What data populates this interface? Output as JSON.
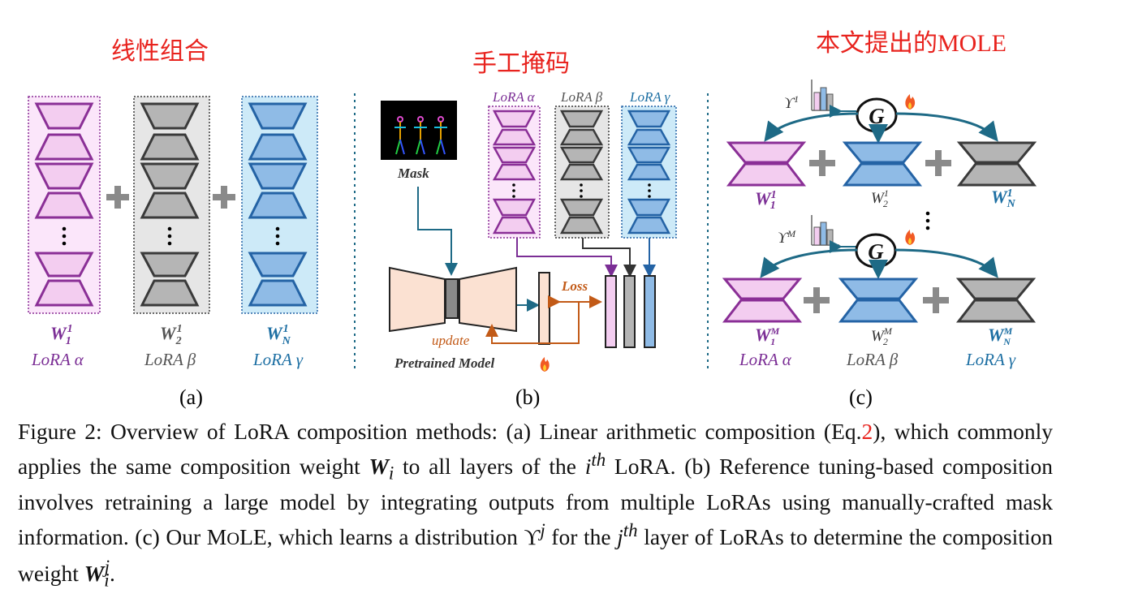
{
  "panels": {
    "a": {
      "heading": "线性组合",
      "tag": "(a)",
      "columns": [
        {
          "name": "LoRA α",
          "weight": "W",
          "sub": "1",
          "sup": "1",
          "color": "#7b2e95",
          "fill": "#f3cdf0",
          "bg": "#fbe6fa",
          "stroke": "#8a2f96"
        },
        {
          "name": "LoRA β",
          "weight": "W",
          "sub": "2",
          "sup": "1",
          "color": "#555555",
          "fill": "#b5b5b5",
          "bg": "#e6e6e6",
          "stroke": "#3a3a3a"
        },
        {
          "name": "LoRA γ",
          "weight": "W",
          "sub": "N",
          "sup": "1",
          "color": "#1d6fa3",
          "fill": "#8fbbe6",
          "bg": "#cdeaf8",
          "stroke": "#2463a5"
        }
      ]
    },
    "b": {
      "heading": "手工掩码",
      "tag": "(b)",
      "mask_label": "Mask",
      "columns": [
        "LoRA α",
        "LoRA β",
        "LoRA γ"
      ],
      "loss_label": "Loss",
      "update_label": "update",
      "model_label": "Pretrained Model",
      "fire_icon": "flame-icon"
    },
    "c": {
      "heading": "本文提出的MOLE",
      "tag": "(c)",
      "gate_label": "G",
      "rows": [
        {
          "upsilon": "ϒ",
          "upsilon_sup": "1",
          "weights": [
            {
              "w": "W",
              "sub": "1",
              "sup": "1"
            },
            {
              "w": "W",
              "sub": "2",
              "sup": "1"
            },
            {
              "w": "W",
              "sub": "N",
              "sup": "1"
            }
          ]
        },
        {
          "upsilon": "ϒ",
          "upsilon_sup": "M",
          "weights": [
            {
              "w": "W",
              "sub": "1",
              "sup": "M"
            },
            {
              "w": "W",
              "sub": "2",
              "sup": "M"
            },
            {
              "w": "W",
              "sub": "N",
              "sup": "M"
            }
          ]
        }
      ],
      "lora_names": [
        "LoRA α",
        "LoRA β",
        "LoRA γ"
      ]
    }
  },
  "caption": {
    "t1": "Figure 2: Overview of LoRA composition methods: (a) Linear arithmetic composition (Eq.",
    "ref": "2",
    "t2": "), which commonly applies the same composition weight ",
    "w": "W",
    "wsub": "i",
    "t3": " to all layers of the ",
    "ith": "i",
    "th1": "th",
    "t4": " LoRA. (b) Reference tuning-based composition involves retraining a large model by integrating outputs from multiple LoRAs using manually-crafted mask information. (c) Our M",
    "ole_small": "O",
    "ole_rest": "LE, which learns a distribution ϒ",
    "jsup": "j",
    "t5": " for the ",
    "jth": "j",
    "th2": "th",
    "t6": " layer of LoRAs to determine the composition weight ",
    "w2": "W",
    "w2sub": "i",
    "w2sup": "j",
    "t7": "."
  }
}
